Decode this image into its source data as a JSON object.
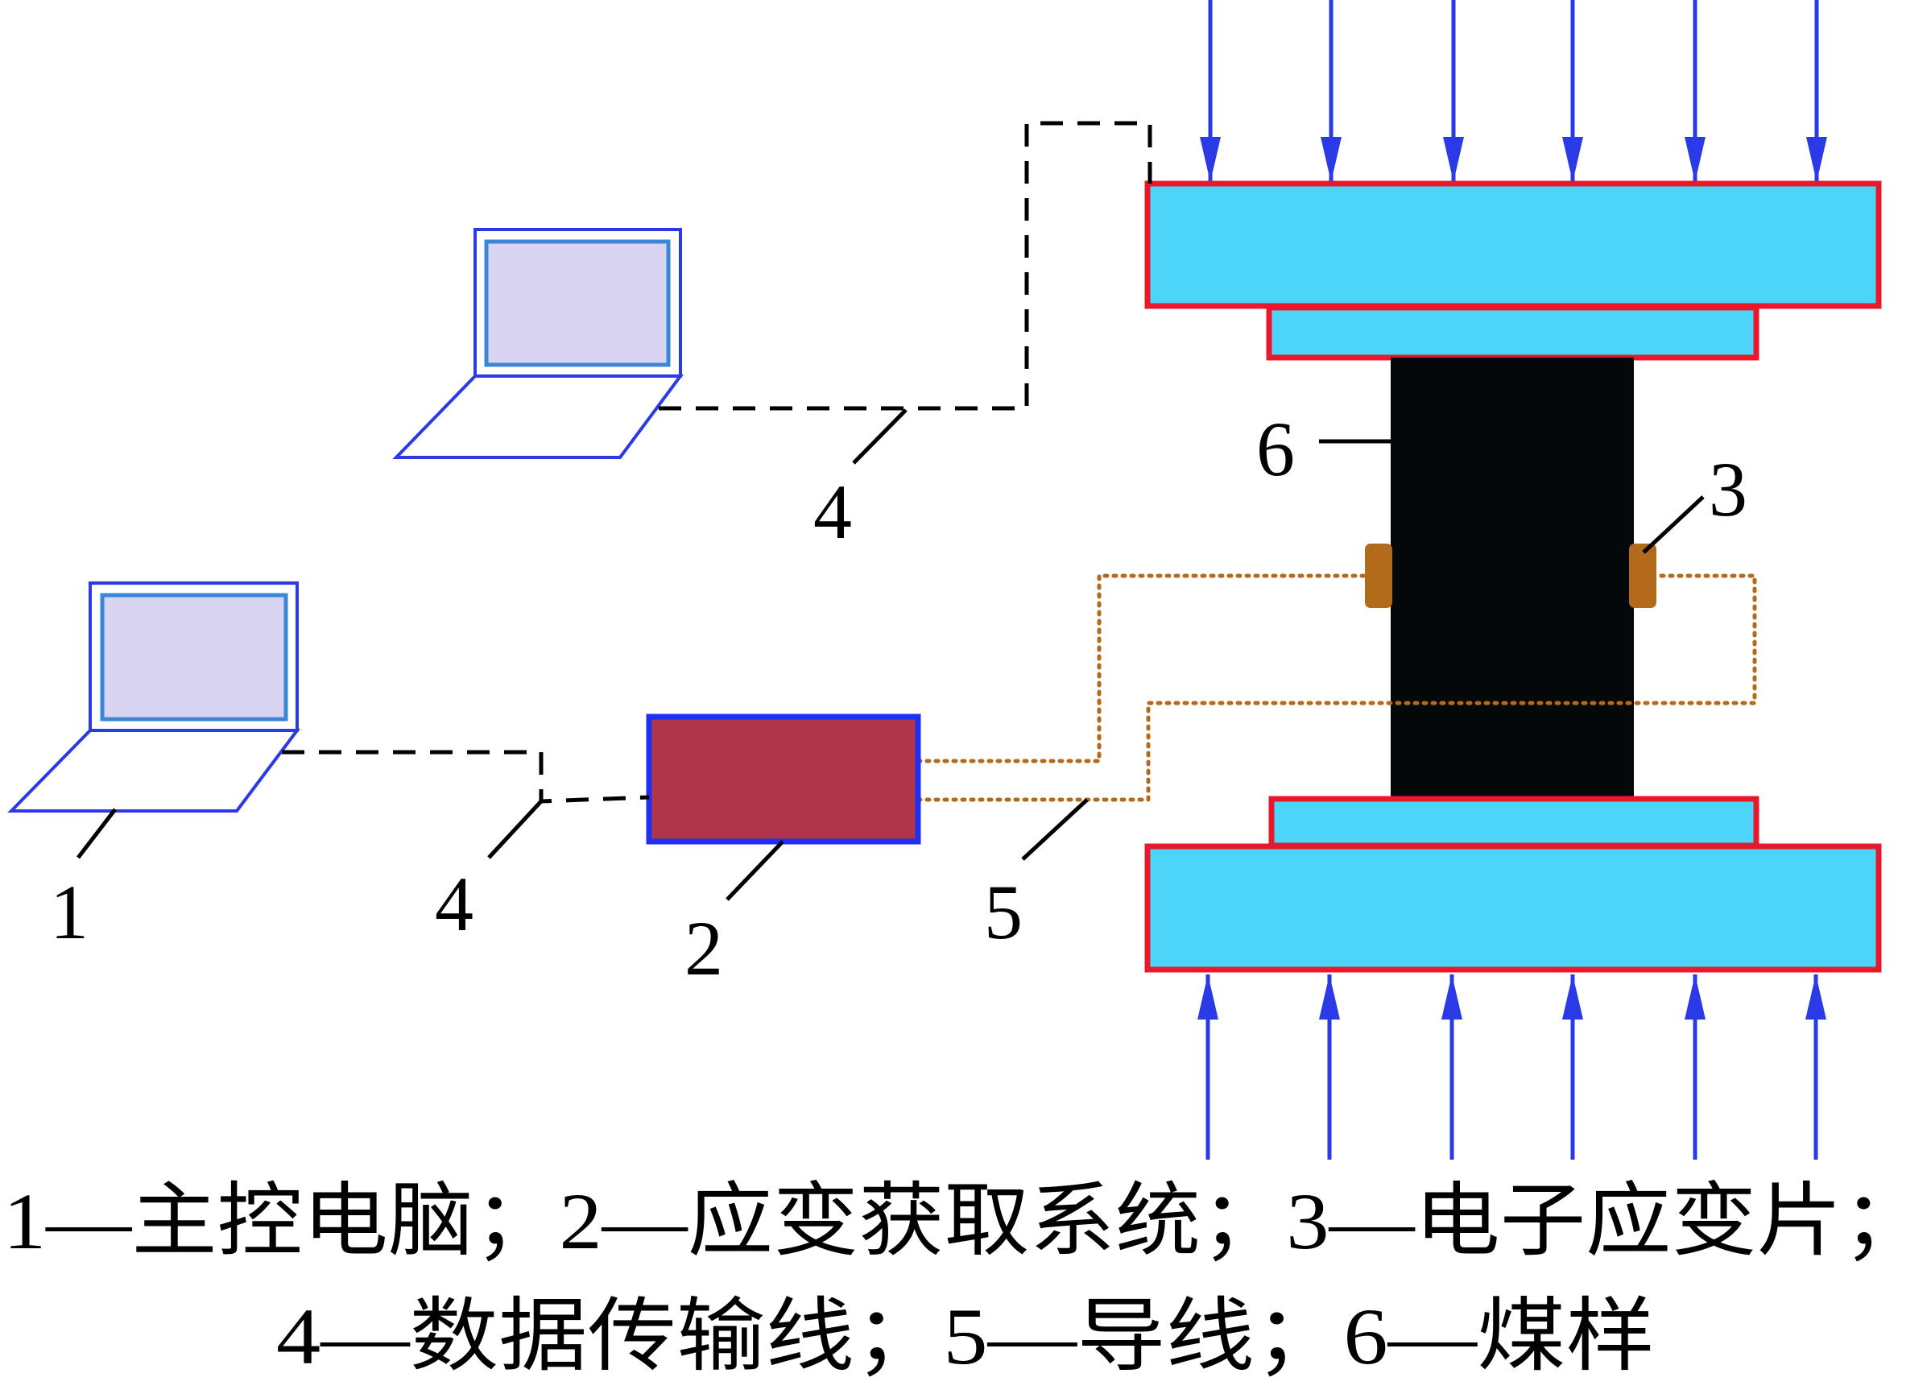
{
  "colors": {
    "platen_fill": "#4cd5f9",
    "platen_border": "#e8192c",
    "sample_fill": "#050808",
    "strain_system_fill": "#b0354b",
    "strain_system_border": "#1e2ff0",
    "laptop_line": "#2a3ae6",
    "laptop_screen_fill": "#d8d4f2",
    "laptop_screen_border": "#3b86d8",
    "gauge_fill": "#b36a1a",
    "wire_color": "#b36a1a",
    "force_arrow": "#2a3ae6",
    "data_line": "#000000"
  },
  "icons": {
    "computer_top": "laptop-icon",
    "computer_main": "laptop-icon",
    "force_arrows": "arrow-icon"
  },
  "labels": {
    "l1": "1",
    "l2": "2",
    "l3": "3",
    "l4a": "4",
    "l4b": "4",
    "l5": "5",
    "l6": "6"
  },
  "caption": {
    "line1": "1—主控电脑；2—应变获取系统；3—电子应变片；",
    "line2": "4—数据传输线；5—导线；6—煤样"
  }
}
